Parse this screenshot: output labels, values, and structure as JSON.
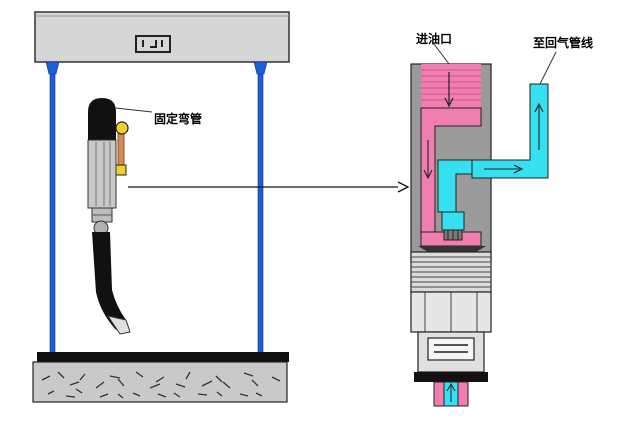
{
  "labels": {
    "fixed_bend": "固定弯管",
    "oil_inlet": "进油口",
    "to_return_pipe": "至回气管线"
  },
  "colors": {
    "frame_gray": "#d6d6d6",
    "post_blue": "#1f5fd6",
    "oil_pink": "#f07fb0",
    "vapor_cyan": "#35e0f0",
    "base_black": "#111111",
    "ground_gray": "#c9c9c9"
  },
  "icons": [
    "handle-icon",
    "arrow-icon"
  ]
}
